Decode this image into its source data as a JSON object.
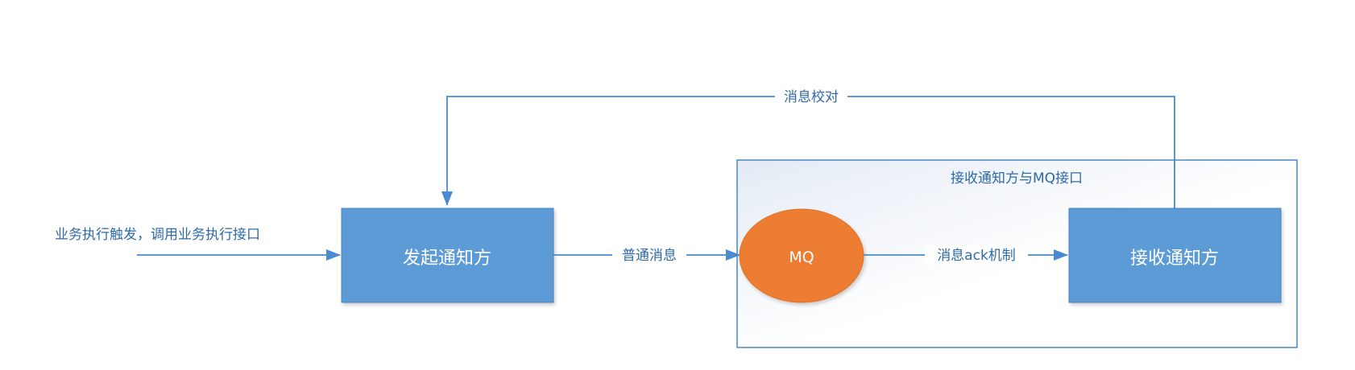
{
  "colors": {
    "line": "#4a8ad0",
    "label_text": "#2e6aa8",
    "node_fill": "#5b9bd5",
    "node_edge": "#4a86c2",
    "mq_fill": "#ed7d31",
    "group_border": "#4a86c2",
    "group_bg_start": "#e4ebf5",
    "group_bg_end": "#ffffff"
  },
  "nodes": {
    "sender": "发起通知方",
    "mq": "MQ",
    "receiver": "接收通知方"
  },
  "group": {
    "label": "接收通知方与MQ接口"
  },
  "edges": {
    "trigger": "业务执行触发，调用业务执行接口",
    "normal_message": "普通消息",
    "ack_mechanism": "消息ack机制",
    "reconciliation": "消息校对"
  }
}
